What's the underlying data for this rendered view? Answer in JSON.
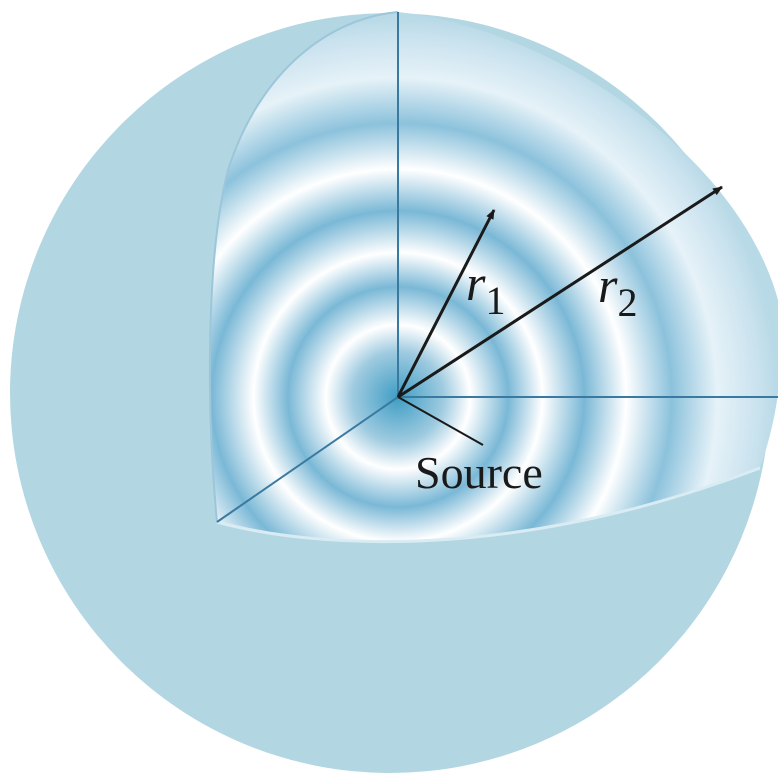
{
  "labels": {
    "r1_var": "r",
    "r1_sub": "1",
    "r2_var": "r",
    "r2_sub": "2",
    "source": "Source"
  },
  "colors": {
    "sphere": "#b3d6e3",
    "wave_dark": "#3f9dc4",
    "wave_light": "#ffffff",
    "axis": "#3a7aa0",
    "arrow": "#1a1a1a"
  }
}
